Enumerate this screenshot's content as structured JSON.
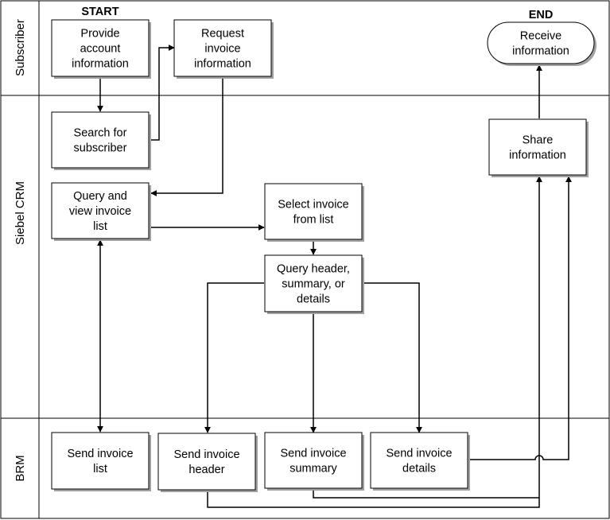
{
  "lanes": [
    {
      "id": "subscriber",
      "label": "Subscriber"
    },
    {
      "id": "siebel",
      "label": "Siebel CRM"
    },
    {
      "id": "brm",
      "label": "BRM"
    }
  ],
  "markers": {
    "start": "START",
    "end": "END"
  },
  "nodes": {
    "provide_account": [
      "Provide",
      "account",
      "information"
    ],
    "request_invoice": [
      "Request",
      "invoice",
      "information"
    ],
    "receive_info": [
      "Receive",
      "information"
    ],
    "search_subscriber": [
      "Search for",
      "subscriber"
    ],
    "query_view_list": [
      "Query and",
      "view invoice",
      "list"
    ],
    "select_invoice": [
      "Select invoice",
      "from list"
    ],
    "query_header": [
      "Query header,",
      "summary, or",
      "details"
    ],
    "share_info": [
      "Share",
      "information"
    ],
    "send_list": [
      "Send invoice",
      "list"
    ],
    "send_header": [
      "Send invoice",
      "header"
    ],
    "send_summary": [
      "Send invoice",
      "summary"
    ],
    "send_details": [
      "Send invoice",
      "details"
    ]
  }
}
